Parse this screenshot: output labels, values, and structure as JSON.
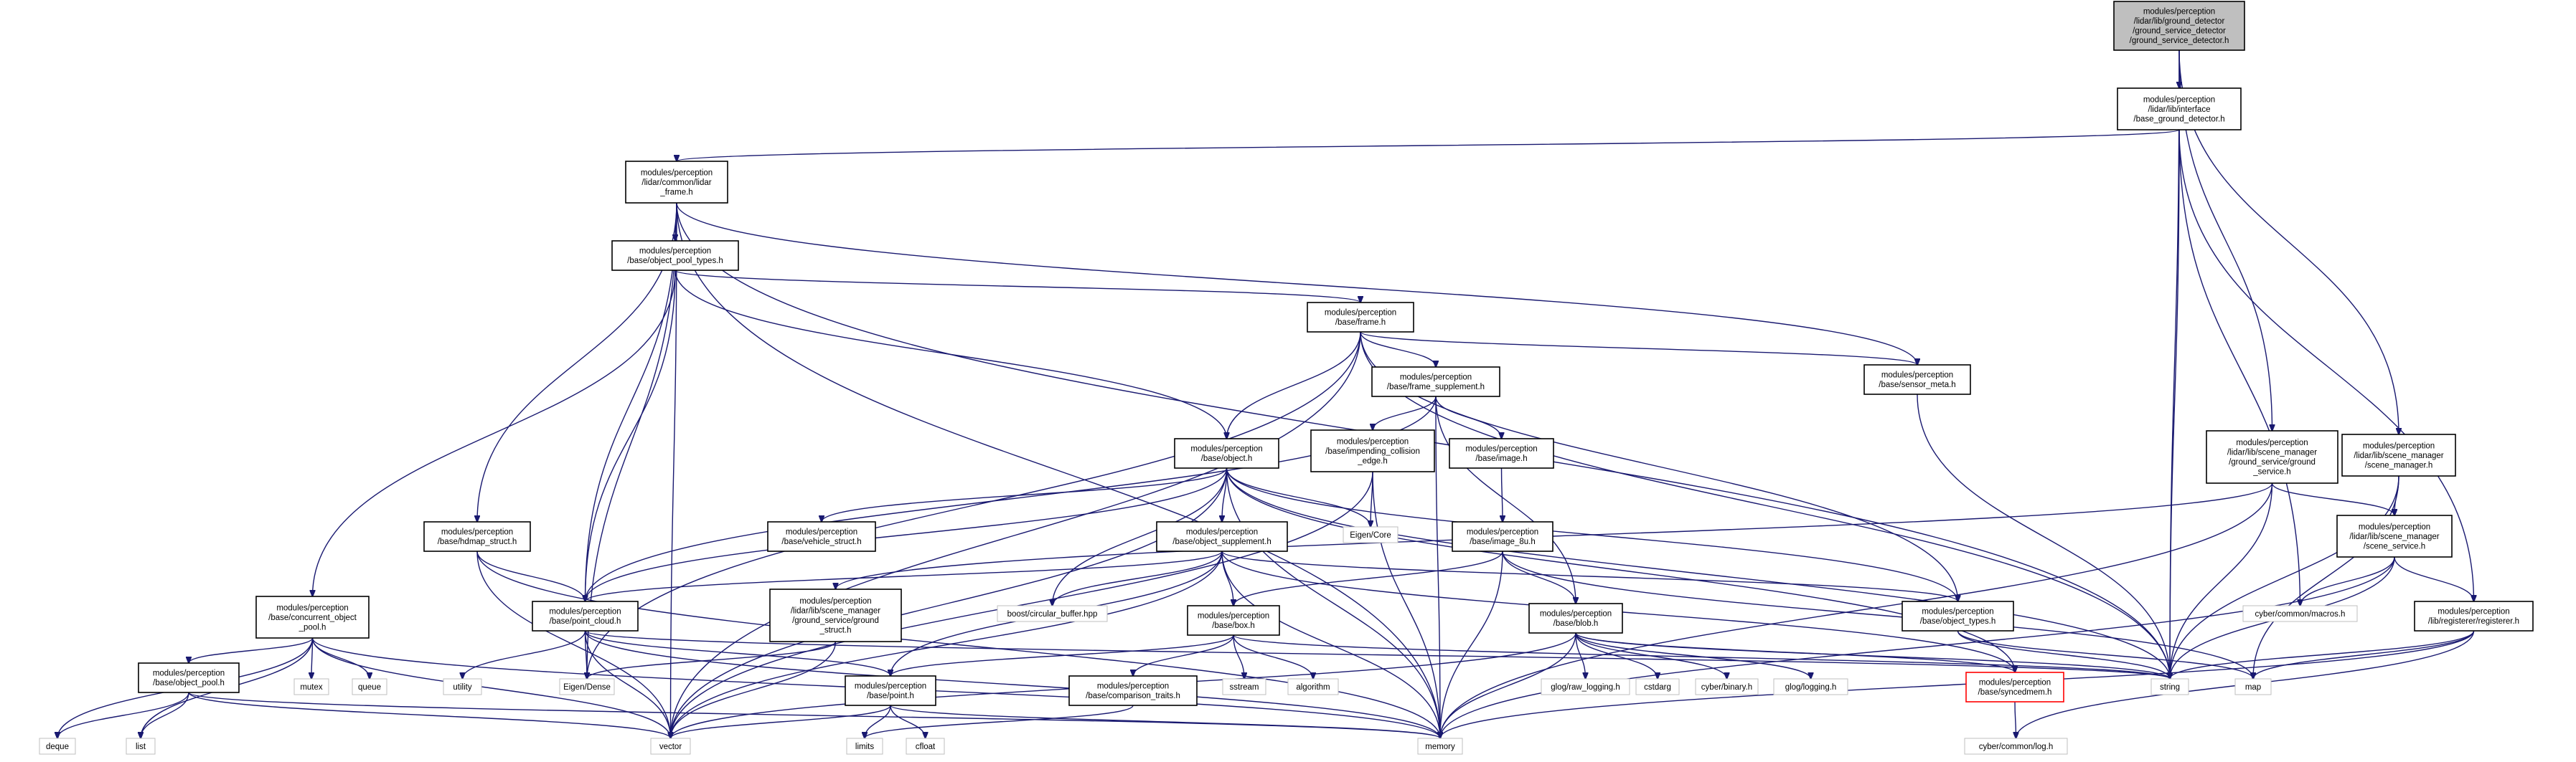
{
  "nodes": {
    "root": [
      "modules/perception",
      "/lidar/lib/ground_detector",
      "/ground_service_detector",
      "/ground_service_detector.h"
    ],
    "base_ground_detector": [
      "modules/perception",
      "/lidar/lib/interface",
      "/base_ground_detector.h"
    ],
    "lidar_frame": [
      "modules/perception",
      "/lidar/common/lidar",
      "_frame.h"
    ],
    "object_pool_types": [
      "modules/perception",
      "/base/object_pool_types.h"
    ],
    "frame": [
      "modules/perception",
      "/base/frame.h"
    ],
    "frame_supplement": [
      "modules/perception",
      "/base/frame_supplement.h"
    ],
    "sensor_meta": [
      "modules/perception",
      "/base/sensor_meta.h"
    ],
    "impending_collision_edge": [
      "modules/perception",
      "/base/impending_collision",
      "_edge.h"
    ],
    "image": [
      "modules/perception",
      "/base/image.h"
    ],
    "object": [
      "modules/perception",
      "/base/object.h"
    ],
    "ground_service": [
      "modules/perception",
      "/lidar/lib/scene_manager",
      "/ground_service/ground",
      "_service.h"
    ],
    "scene_manager": [
      "modules/perception",
      "/lidar/lib/scene_manager",
      "/scene_manager.h"
    ],
    "hdmap_struct": [
      "modules/perception",
      "/base/hdmap_struct.h"
    ],
    "vehicle_struct": [
      "modules/perception",
      "/base/vehicle_struct.h"
    ],
    "object_supplement": [
      "modules/perception",
      "/base/object_supplement.h"
    ],
    "image_8u": [
      "modules/perception",
      "/base/image_8u.h"
    ],
    "scene_service": [
      "modules/perception",
      "/lidar/lib/scene_manager",
      "/scene_service.h"
    ],
    "concurrent_object_pool": [
      "modules/perception",
      "/base/concurrent_object",
      "_pool.h"
    ],
    "point_cloud": [
      "modules/perception",
      "/base/point_cloud.h"
    ],
    "ground_struct": [
      "modules/perception",
      "/lidar/lib/scene_manager",
      "/ground_service/ground",
      "_struct.h"
    ],
    "boost_circular_buffer": [
      "boost/circular_buffer.hpp"
    ],
    "box": [
      "modules/perception",
      "/base/box.h"
    ],
    "blob": [
      "modules/perception",
      "/base/blob.h"
    ],
    "object_types": [
      "modules/perception",
      "/base/object_types.h"
    ],
    "cyber_macros": [
      "cyber/common/macros.h"
    ],
    "registerer": [
      "modules/perception",
      "/lib/registerer/registerer.h"
    ],
    "eigen_core": [
      "Eigen/Core"
    ],
    "object_pool": [
      "modules/perception",
      "/base/object_pool.h"
    ],
    "mutex": [
      "mutex"
    ],
    "queue": [
      "queue"
    ],
    "utility": [
      "utility"
    ],
    "eigen_dense": [
      "Eigen/Dense"
    ],
    "point": [
      "modules/perception",
      "/base/point.h"
    ],
    "comparison_traits": [
      "modules/perception",
      "/base/comparison_traits.h"
    ],
    "sstream": [
      "sstream"
    ],
    "algorithm": [
      "algorithm"
    ],
    "glog_raw_logging": [
      "glog/raw_logging.h"
    ],
    "cstdarg": [
      "cstdarg"
    ],
    "cyber_binary": [
      "cyber/binary.h"
    ],
    "glog_logging": [
      "glog/logging.h"
    ],
    "syncedmem": [
      "modules/perception",
      "/base/syncedmem.h"
    ],
    "string": [
      "string"
    ],
    "map": [
      "map"
    ],
    "deque": [
      "deque"
    ],
    "list": [
      "list"
    ],
    "vector": [
      "vector"
    ],
    "limits": [
      "limits"
    ],
    "cfloat": [
      "cfloat"
    ],
    "memory": [
      "memory"
    ],
    "cyber_log": [
      "cyber/common/log.h"
    ]
  },
  "colors": {
    "edge": "#191970",
    "root_fill": "#bfbfbf",
    "highlight_border": "#ff0000"
  }
}
